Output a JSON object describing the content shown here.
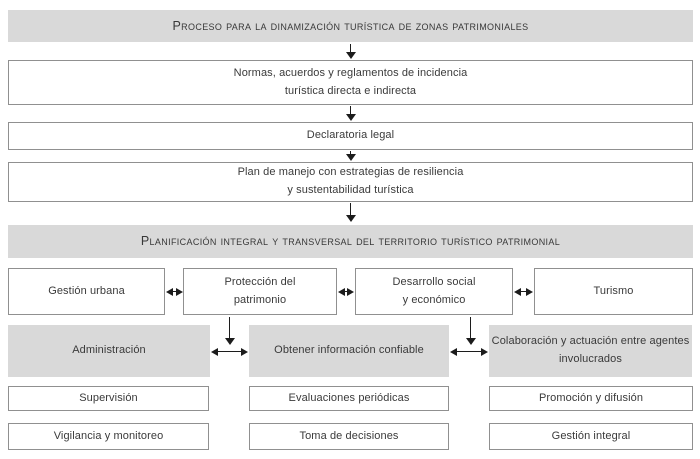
{
  "palette": {
    "background": "#ffffff",
    "band_fill": "#d9d9d9",
    "box_border": "#909090",
    "text": "#3a3a3a",
    "arrow": "#1c1c1c"
  },
  "flow": {
    "header_top": "Proceso para la dinamización turística de zonas patrimoniales",
    "normas": "Normas, acuerdos y reglamentos de incidencia\nturística directa e indirecta",
    "declaratoria": "Declaratoria legal",
    "plan": "Plan de manejo con estrategias de resiliencia\ny sustentabilidad turística",
    "header_planning": "Planificación integral y transversal del territorio turístico patrimonial"
  },
  "pillars": [
    {
      "label": "Gestión urbana"
    },
    {
      "label": "Protección del\npatrimonio"
    },
    {
      "label": "Desarrollo social\ny económico"
    },
    {
      "label": "Turismo"
    }
  ],
  "management": [
    {
      "label": "Administración"
    },
    {
      "label": "Obtener información confiable"
    },
    {
      "label": "Colaboración y actuación entre agentes\ninvolucrados"
    }
  ],
  "actions_row1": [
    {
      "label": "Supervisión"
    },
    {
      "label": "Evaluaciones periódicas"
    },
    {
      "label": "Promoción y difusión"
    }
  ],
  "actions_row2": [
    {
      "label": "Vigilancia y monitoreo"
    },
    {
      "label": "Toma de decisiones"
    },
    {
      "label": "Gestión integral"
    }
  ]
}
